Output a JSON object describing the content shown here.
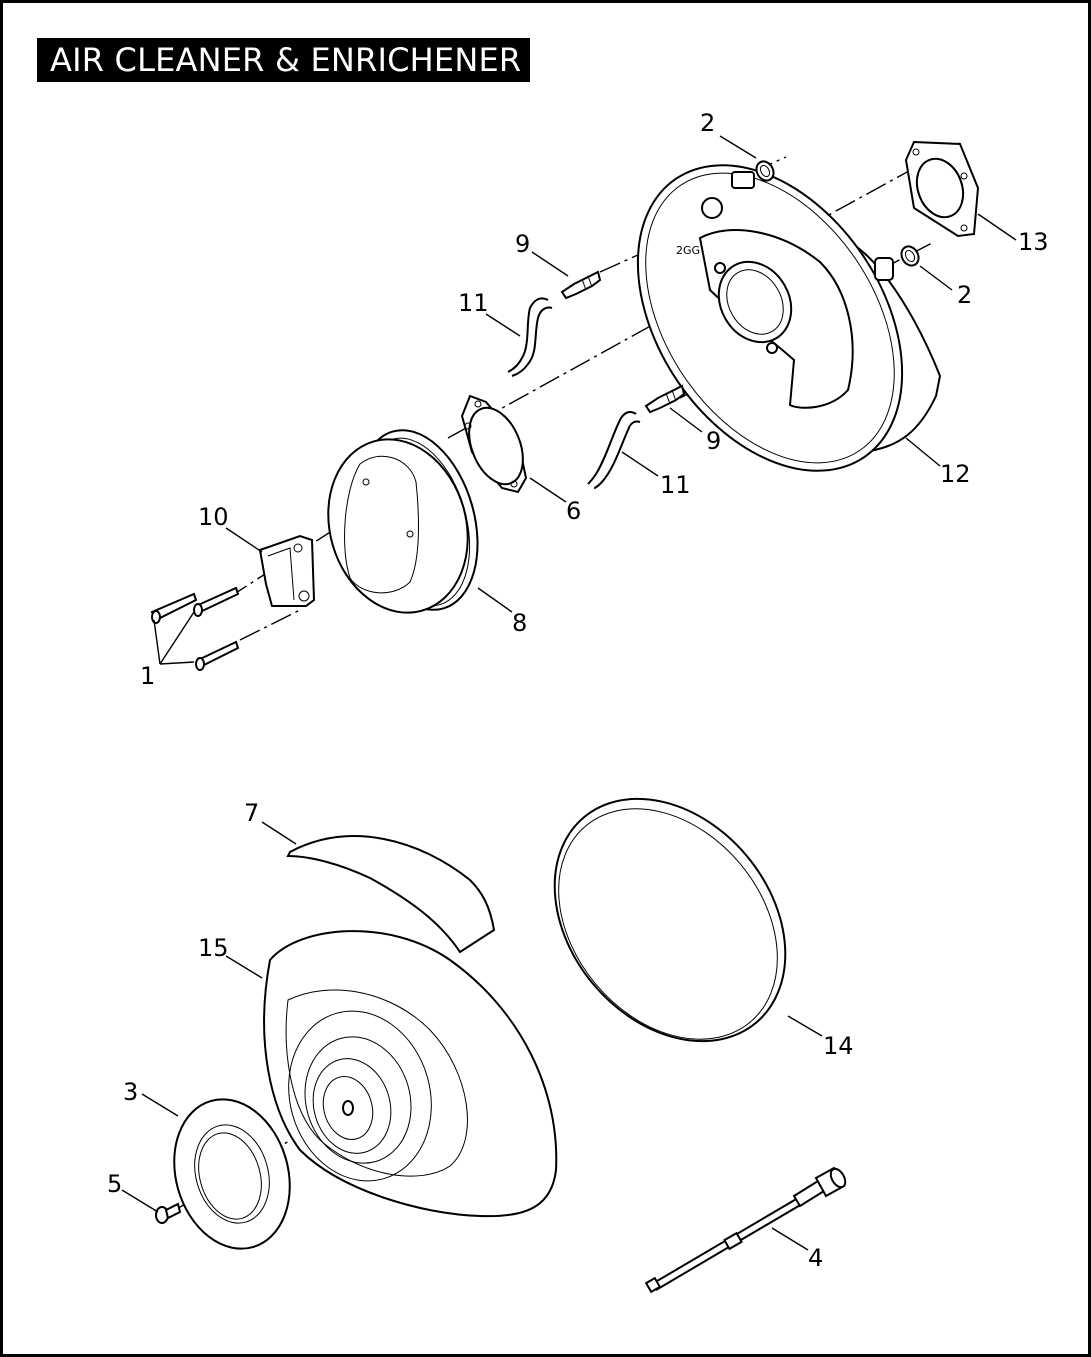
{
  "title": "AIR CLEANER & ENRICHENER",
  "callouts": {
    "c1": "1",
    "c2a": "2",
    "c2b": "2",
    "c3": "3",
    "c4": "4",
    "c5": "5",
    "c6": "6",
    "c7": "7",
    "c8": "8",
    "c9a": "9",
    "c9b": "9",
    "c10": "10",
    "c11a": "11",
    "c11b": "11",
    "c12": "12",
    "c13": "13",
    "c14": "14",
    "c15": "15"
  }
}
